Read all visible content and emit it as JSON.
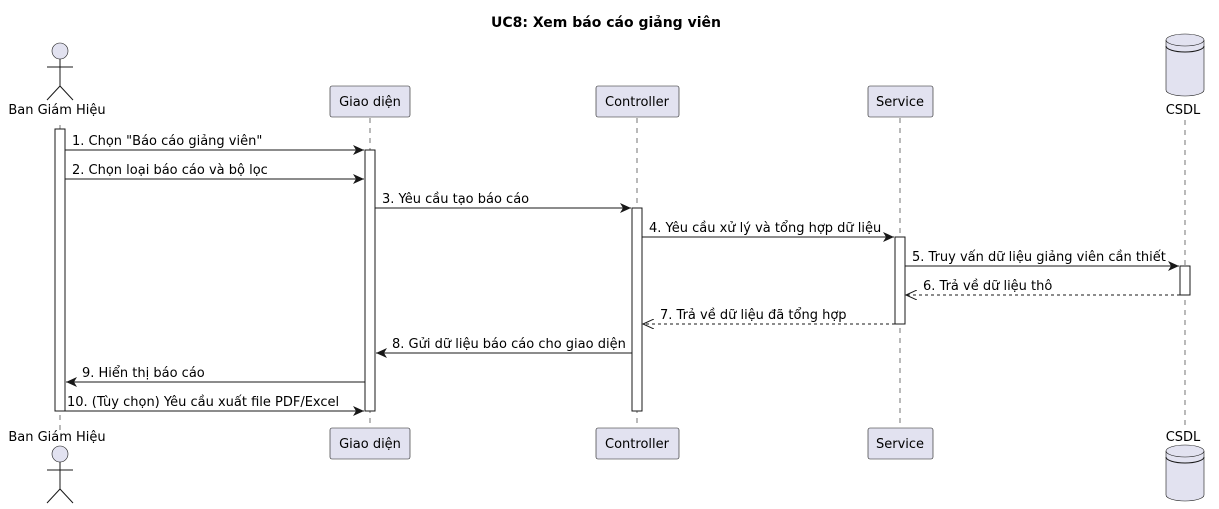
{
  "title": "UC8: Xem báo cáo giảng viên",
  "participants": {
    "actor": "Ban Giám Hiệu",
    "ui": "Giao diện",
    "controller": "Controller",
    "service": "Service",
    "db": "CSDL"
  },
  "messages": [
    "1. Chọn \"Báo cáo giảng viên\"",
    "2. Chọn loại báo cáo và bộ lọc",
    "3. Yêu cầu tạo báo cáo",
    "4. Yêu cầu xử lý và tổng hợp dữ liệu",
    "5. Truy vấn dữ liệu giảng viên cần thiết",
    "6. Trả về dữ liệu thô",
    "7. Trả về dữ liệu đã tổng hợp",
    "8. Gửi dữ liệu báo cáo cho giao diện",
    "9. Hiển thị báo cáo",
    "10. (Tùy chọn) Yêu cầu xuất file PDF/Excel"
  ],
  "colors": {
    "participant_fill": "#E2E2F0",
    "stroke": "#181818"
  }
}
